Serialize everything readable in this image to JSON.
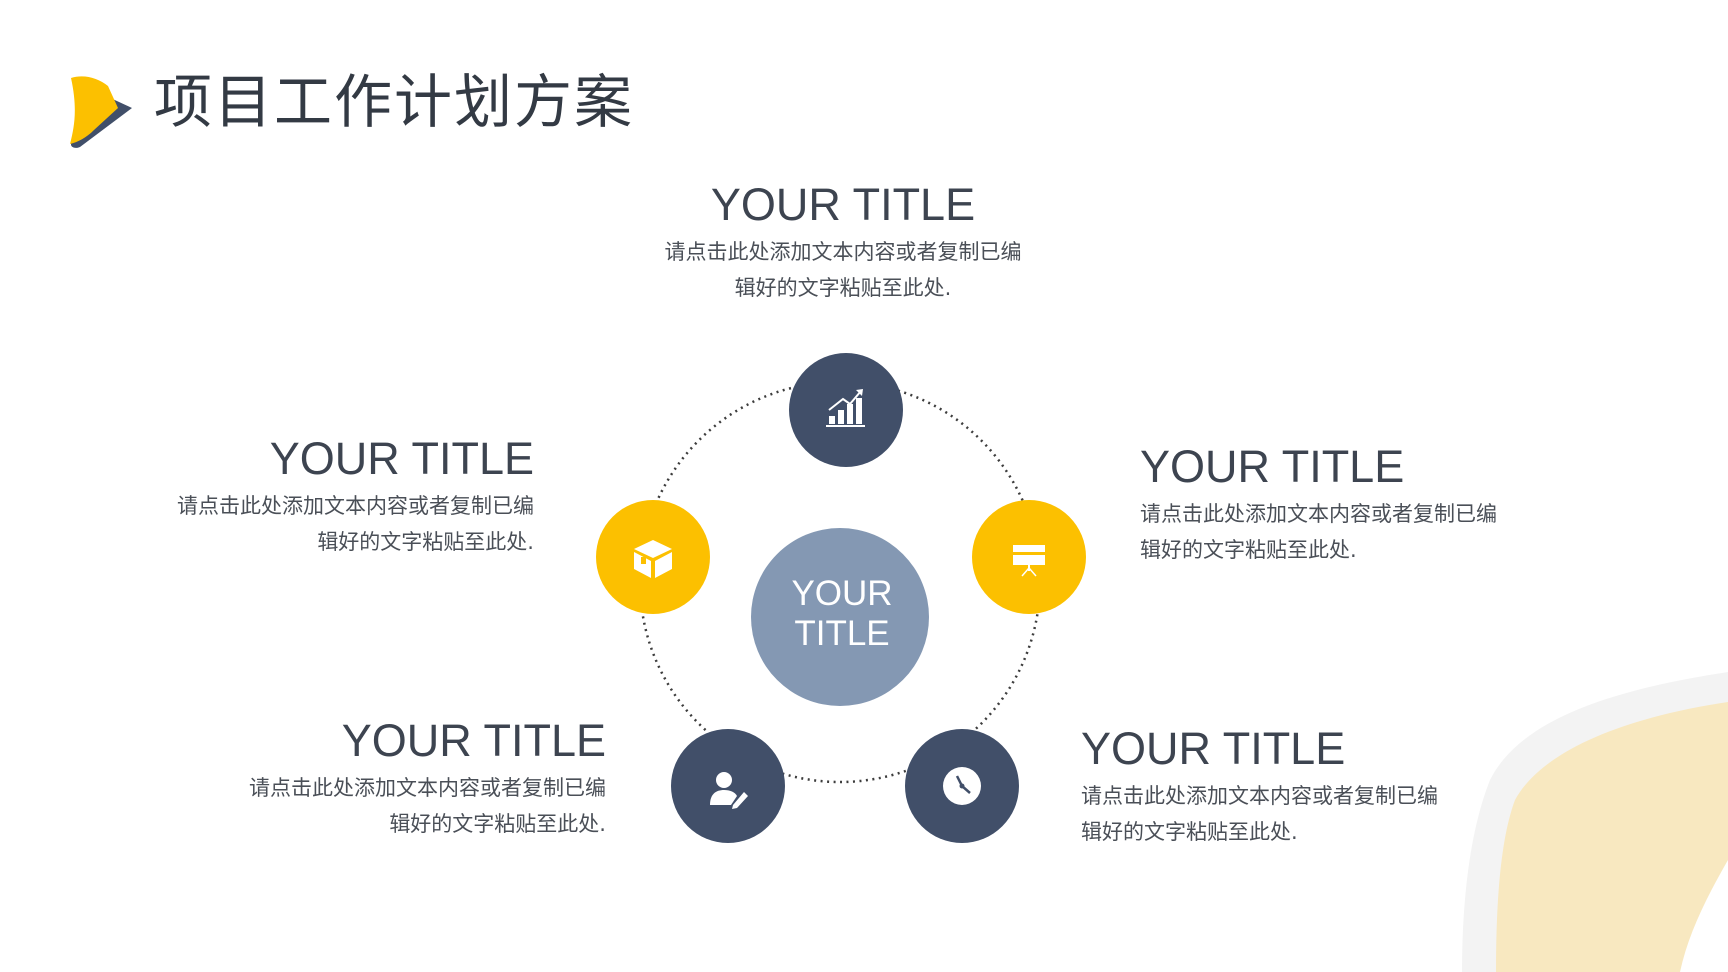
{
  "header": {
    "title": "项目工作计划方案"
  },
  "colors": {
    "navy": "#414f69",
    "yellow": "#fcc000",
    "center": "#8498b3",
    "bg_cream": "#f8e8c0"
  },
  "center": {
    "line1": "YOUR",
    "line2": "TITLE"
  },
  "nodes": [
    {
      "icon": "bar-chart-icon",
      "color": "navy"
    },
    {
      "icon": "presentation-board-icon",
      "color": "yellow"
    },
    {
      "icon": "clock-icon",
      "color": "navy"
    },
    {
      "icon": "user-edit-icon",
      "color": "navy"
    },
    {
      "icon": "box-icon",
      "color": "yellow"
    }
  ],
  "blocks": {
    "top": {
      "title": "YOUR TITLE",
      "line1": "请点击此处添加文本内容或者复制已编",
      "line2": "辑好的文字粘贴至此处."
    },
    "left": {
      "title": "YOUR TITLE",
      "line1": "请点击此处添加文本内容或者复制已编",
      "line2": "辑好的文字粘贴至此处."
    },
    "right": {
      "title": "YOUR TITLE",
      "line1": "请点击此处添加文本内容或者复制已编",
      "line2": "辑好的文字粘贴至此处."
    },
    "bottom_left": {
      "title": "YOUR TITLE",
      "line1": "请点击此处添加文本内容或者复制已编",
      "line2": "辑好的文字粘贴至此处."
    },
    "bottom_right": {
      "title": "YOUR TITLE",
      "line1": "请点击此处添加文本内容或者复制已编",
      "line2": "辑好的文字粘贴至此处."
    }
  }
}
